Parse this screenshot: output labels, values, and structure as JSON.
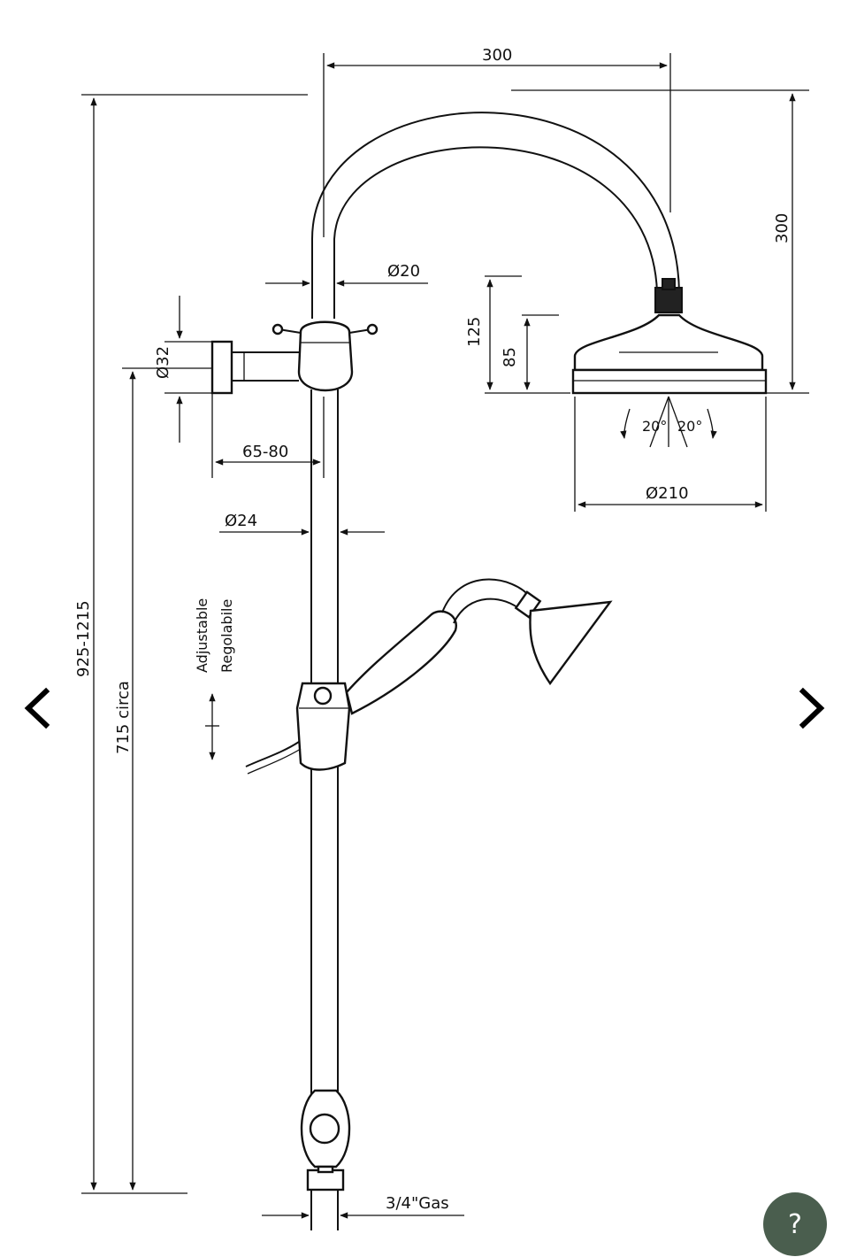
{
  "diagram": {
    "dimensions": {
      "arm_reach": "300",
      "arm_height": "300",
      "pipe_diameter_top": "Ø20",
      "head_height_total": "125",
      "head_height_body": "85",
      "head_diameter": "Ø210",
      "spray_angle_left": "20°",
      "spray_angle_right": "20°",
      "bracket_diameter": "Ø32",
      "wall_offset": "65-80",
      "rail_diameter": "Ø24",
      "total_height": "925-1215",
      "bottom_height": "715  circa",
      "inlet_thread": "3/4\"Gas"
    },
    "labels": {
      "adjustable_en": "Adjustable",
      "adjustable_it": "Regolabile"
    }
  },
  "navigation": {
    "prev_icon": "chevron-left-icon",
    "next_icon": "chevron-right-icon"
  },
  "help": {
    "label": "?",
    "color": "#4a5e4e"
  }
}
